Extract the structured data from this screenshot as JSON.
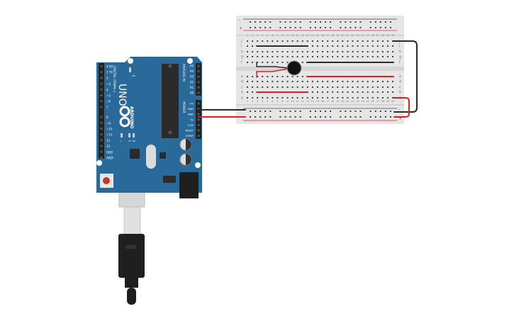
{
  "arduino": {
    "model": "UNO",
    "brand": "ARDUINO",
    "digital_header": "DIGITAL (PWM~)",
    "analog_header": "ANALOG IN",
    "power_header": "POWER",
    "digital_pins": [
      "0 RX",
      "1 TX",
      "2",
      "~3",
      "4",
      "~5",
      "~6",
      "7",
      "8",
      "~9",
      "~10",
      "~11",
      "12",
      "13",
      "GND",
      "AREF"
    ],
    "analog_pins": [
      "A5",
      "A4",
      "A3",
      "A2",
      "A1",
      "A0"
    ],
    "power_pins": [
      "Vin",
      "GND",
      "GND",
      "5V",
      "3.3V",
      "RESET",
      "IOREF"
    ],
    "leds": [
      "L",
      "TX",
      "RX"
    ],
    "on_label": "ON"
  },
  "breadboard": {
    "columns": 30,
    "row_labels_top": [
      "j",
      "i",
      "h",
      "g",
      "f"
    ],
    "row_labels_bottom": [
      "e",
      "d",
      "c",
      "b",
      "a"
    ],
    "rail_minus": "-",
    "rail_plus": "+"
  },
  "components": {
    "buzzer": "piezo-buzzer"
  },
  "colors": {
    "board": "#2a6a9a",
    "wire_black": "#2b2b2b",
    "wire_red": "#e02020",
    "breadboard": "#e6e6e6"
  }
}
